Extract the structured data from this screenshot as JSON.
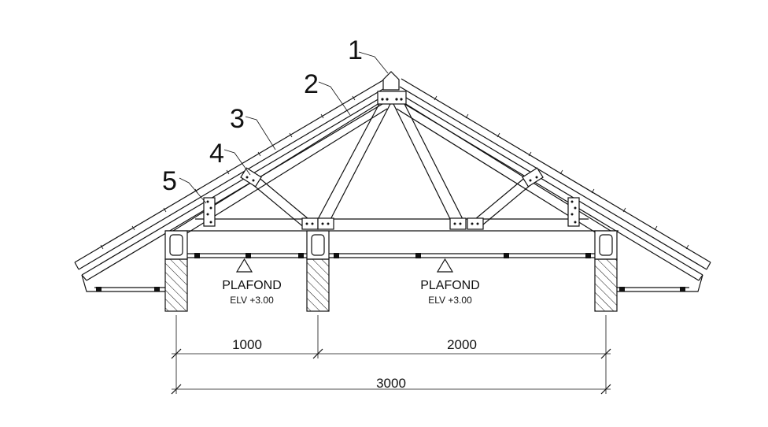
{
  "callouts": [
    "1",
    "2",
    "3",
    "4",
    "5"
  ],
  "ceiling_left": {
    "title": "PLAFOND",
    "elevation": "ELV +3.00"
  },
  "ceiling_right": {
    "title": "PLAFOND",
    "elevation": "ELV +3.00"
  },
  "dimensions": {
    "left_span": "1000",
    "right_span": "2000",
    "total_span": "3000"
  }
}
